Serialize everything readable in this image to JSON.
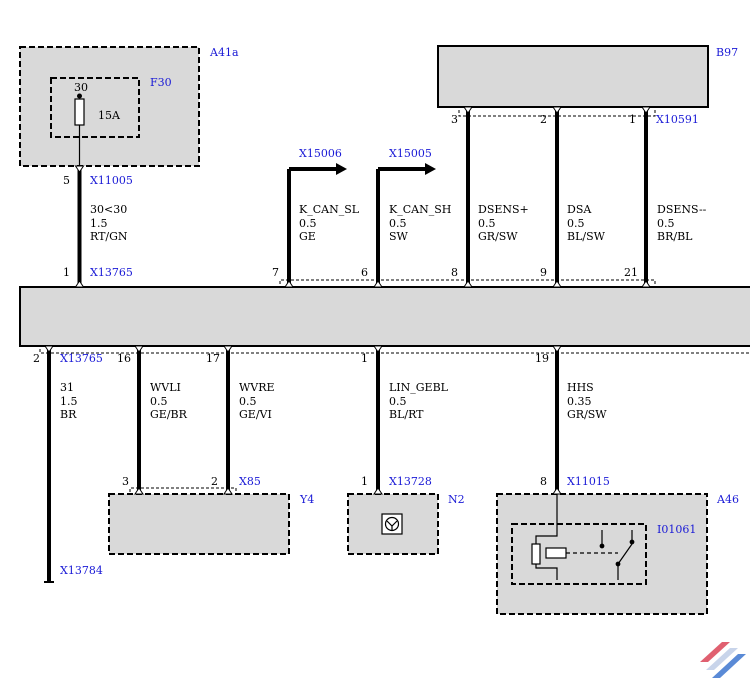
{
  "components": {
    "a41a": "A41a",
    "f30": "F30",
    "fuse_pin": "30",
    "fuse_rating": "15A",
    "b97": "B97",
    "y4": "Y4",
    "n2": "N2",
    "a46": "A46",
    "i01061": "I01061"
  },
  "connectors": {
    "x11005": "X11005",
    "x13765_top": "X13765",
    "x13765_bottom": "X13765",
    "x15006": "X15006",
    "x15005": "X15005",
    "x10591": "X10591",
    "x85": "X85",
    "x13728": "X13728",
    "x11015": "X11015",
    "x13784": "X13784"
  },
  "pins": {
    "a41a_out": "5",
    "ecu_1": "1",
    "ecu_7": "7",
    "ecu_6": "6",
    "ecu_8": "8",
    "ecu_9": "9",
    "ecu_21": "21",
    "b97_3": "3",
    "b97_2": "2",
    "b97_1": "1",
    "ecu_2": "2",
    "ecu_16": "16",
    "ecu_17": "17",
    "ecu_b1": "1",
    "ecu_19": "19",
    "y4_3": "3",
    "y4_2": "2",
    "n2_1": "1",
    "a46_8": "8"
  },
  "wires": {
    "w30": {
      "signal": "30<30",
      "size": "1.5",
      "color": "RT/GN"
    },
    "can_sl": {
      "signal": "K_CAN_SL",
      "size": "0.5",
      "color": "GE"
    },
    "can_sh": {
      "signal": "K_CAN_SH",
      "size": "0.5",
      "color": "SW"
    },
    "dsens_p": {
      "signal": "DSENS+",
      "size": "0.5",
      "color": "GR/SW"
    },
    "dsa": {
      "signal": "DSA",
      "size": "0.5",
      "color": "BL/SW"
    },
    "dsens_m": {
      "signal": "DSENS--",
      "size": "0.5",
      "color": "BR/BL"
    },
    "w31": {
      "signal": "31",
      "size": "1.5",
      "color": "BR"
    },
    "wvli": {
      "signal": "WVLI",
      "size": "0.5",
      "color": "GE/BR"
    },
    "wvre": {
      "signal": "WVRE",
      "size": "0.5",
      "color": "GE/VI"
    },
    "lin": {
      "signal": "LIN_GEBL",
      "size": "0.5",
      "color": "BL/RT"
    },
    "hhs": {
      "signal": "HHS",
      "size": "0.35",
      "color": "GR/SW"
    }
  },
  "colors": {
    "box_fill": "#d9d9d9",
    "label_blue": "#1a1ad6",
    "wire": "#000000"
  }
}
